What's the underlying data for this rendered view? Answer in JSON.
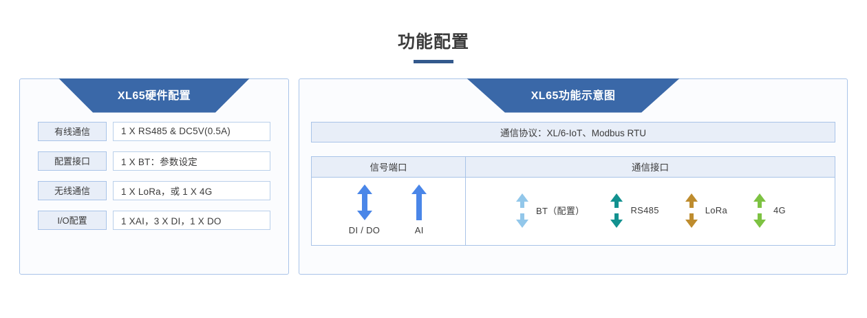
{
  "page": {
    "title": "功能配置",
    "accent_color": "#33598c",
    "banner_color": "#3a68a8",
    "border_color": "#a8c3e8",
    "chip_fill": "#e8eef8"
  },
  "left_panel": {
    "banner_title": "XL65硬件配置",
    "rows": [
      {
        "label": "有线通信",
        "value": "1 X RS485 & DC5V(0.5A)"
      },
      {
        "label": "配置接口",
        "value": "1 X BT：参数设定"
      },
      {
        "label": "无线通信",
        "value": "1 X LoRa，或 1 X 4G"
      },
      {
        "label": "I/O配置",
        "value": "1 XAI，3 X DI，1 X DO"
      }
    ]
  },
  "right_panel": {
    "banner_title": "XL65功能示意图",
    "protocol": "通信协议：XL/6-IoT、Modbus RTU",
    "table": {
      "headers": [
        "信号端口",
        "通信接口"
      ],
      "signal_ports": [
        {
          "label": "DI / DO",
          "arrow": "double-arrow-vertical",
          "color": "#4a86e8"
        },
        {
          "label": "AI",
          "arrow": "arrow-up",
          "color": "#4a86e8"
        }
      ],
      "comm_interfaces": [
        {
          "label": "BT（配置）",
          "arrow": "split-arrow-vertical",
          "color": "#92c7ea"
        },
        {
          "label": "RS485",
          "arrow": "split-arrow-vertical",
          "color": "#12918f"
        },
        {
          "label": "LoRa",
          "arrow": "split-arrow-vertical",
          "color": "#be8c2e"
        },
        {
          "label": "4G",
          "arrow": "split-arrow-vertical",
          "color": "#7dc242"
        }
      ]
    }
  }
}
